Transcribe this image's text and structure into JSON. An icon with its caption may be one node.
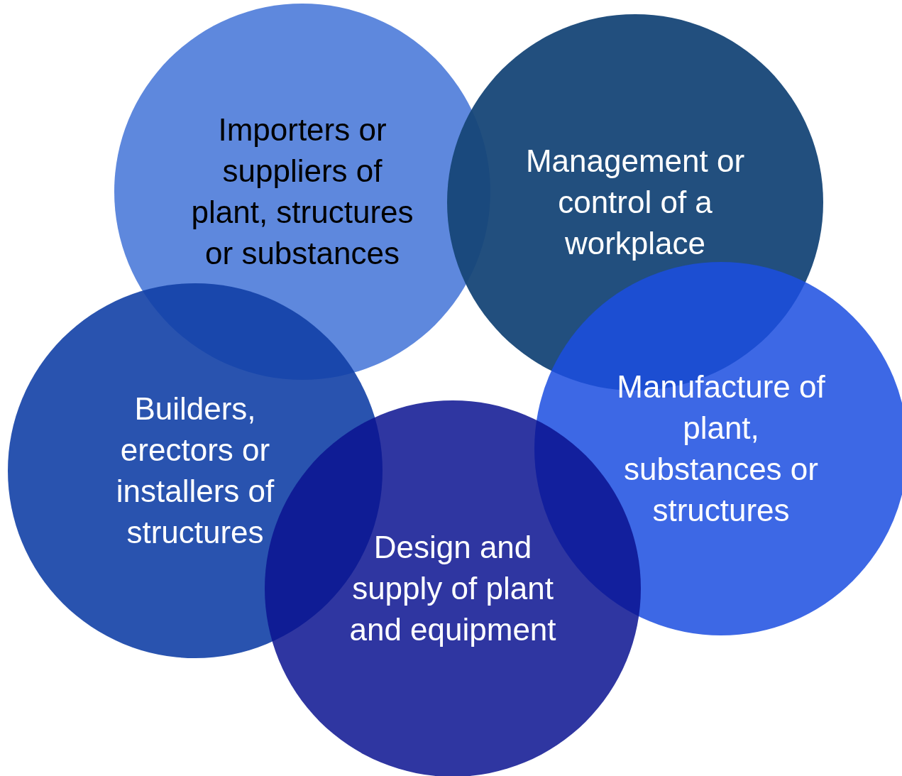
{
  "diagram": {
    "nodes": [
      {
        "text": [
          "Importers or suppliers of plant, structures or substances"
        ]
      },
      {
        "text": [
          "Management or control of a workplace"
        ]
      },
      {
        "text": [
          "Builders, erectors or installers of structures"
        ]
      },
      {
        "text": [
          "Manufacture of plant, substances or structures"
        ]
      },
      {
        "text": [
          "Design and supply of plant and equipment"
        ]
      }
    ]
  }
}
